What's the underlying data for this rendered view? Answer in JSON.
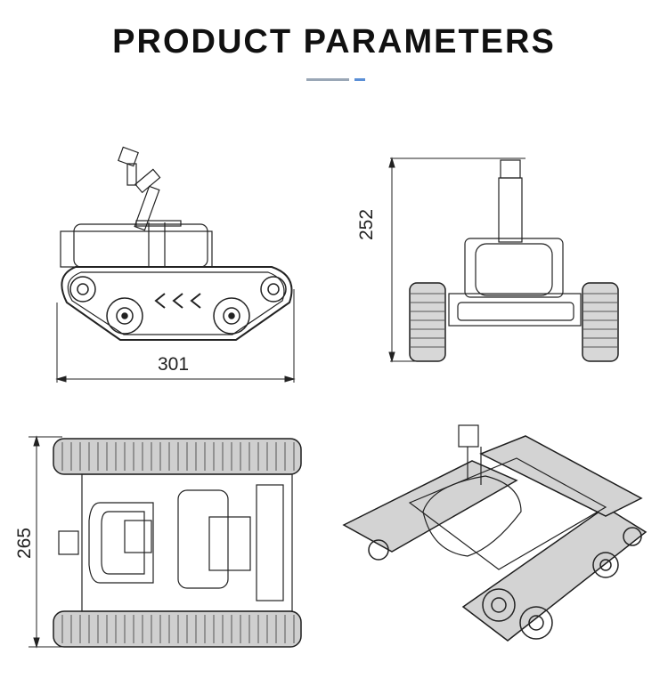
{
  "header": {
    "title": "PRODUCT PARAMETERS"
  },
  "colors": {
    "accent_gray": "#9aa7b6",
    "accent_blue": "#5b8fd6",
    "line": "#222222",
    "tread": "#1e1e1e"
  },
  "dimensions": {
    "width": "301",
    "height": "252",
    "length": "265"
  }
}
